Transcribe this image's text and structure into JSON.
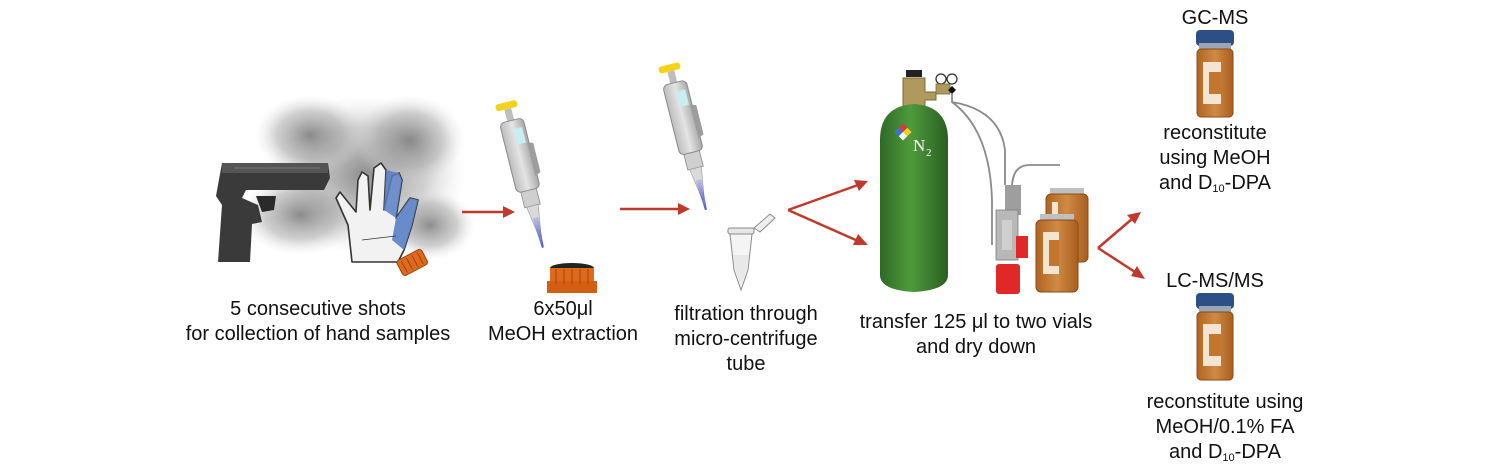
{
  "steps": {
    "shots": {
      "line1": "5 consecutive shots",
      "line2": "for collection of hand samples"
    },
    "extraction": {
      "line1": "6x50μl",
      "line2": "MeOH extraction"
    },
    "filtration": {
      "line1": "filtration through",
      "line2": "micro-centrifuge",
      "line3": "tube"
    },
    "transfer": {
      "line1": "transfer 125 μl to two vials",
      "line2": "and dry down"
    },
    "gcms": {
      "title": "GC-MS",
      "line1": "reconstitute",
      "line2": "using MeOH",
      "line3_pre": "and D",
      "line3_sub": "10",
      "line3_post": "-DPA"
    },
    "lcms": {
      "title": "LC-MS/MS",
      "line1": "reconstitute using",
      "line2": "MeOH/0.1% FA",
      "line3_pre": "and D",
      "line3_sub": "10",
      "line3_post": "-DPA"
    }
  },
  "cylinder_label": {
    "main": "N",
    "sub": "2"
  },
  "colors": {
    "arrow": "#c0392b",
    "cylinder": "#3e7d32",
    "vial_amber": "#c4762e",
    "vial_cap": "#2c4f86",
    "pipette_tip_glow": "#4a55d8",
    "glove": "#5b7fc4"
  }
}
